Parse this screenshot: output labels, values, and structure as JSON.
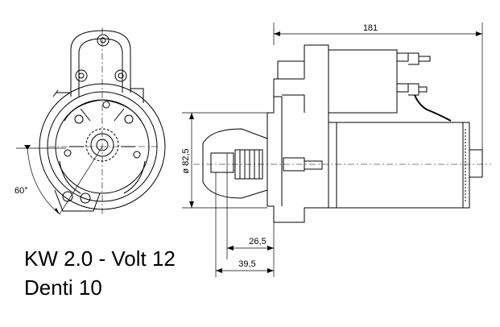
{
  "dimensions": {
    "overall_length": "181",
    "diameter": "ø 82,5",
    "pinion_offset": "26,5",
    "flange_to_nose": "39,5",
    "mount_angle": "60°"
  },
  "specs": {
    "line1": "KW 2.0 - Volt 12",
    "line2": "Denti 10"
  }
}
